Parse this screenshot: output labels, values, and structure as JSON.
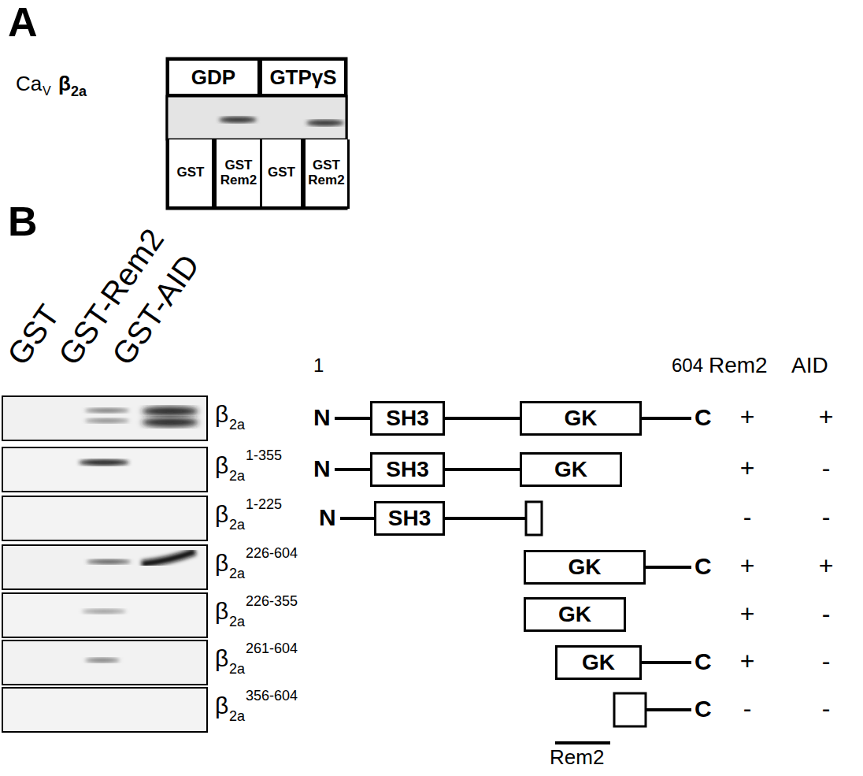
{
  "diagram": {
    "nodes": [
      {
        "text": [
          "GDP"
        ]
      },
      {
        "text": [
          "GTPγS"
        ]
      },
      {
        "text": [
          "GST"
        ]
      },
      {
        "text": [
          "GST Rem2"
        ]
      },
      {
        "text": [
          "GST"
        ]
      },
      {
        "text": [
          "GST Rem2"
        ]
      },
      {
        "text": [
          "SH3"
        ]
      },
      {
        "text": [
          "GK"
        ]
      },
      {
        "text": [
          "SH3"
        ]
      },
      {
        "text": [
          "GK"
        ]
      },
      {
        "text": [
          "SH3"
        ]
      },
      {
        "text": [
          "GK"
        ]
      },
      {
        "text": [
          "GK"
        ]
      },
      {
        "text": [
          "GK"
        ]
      }
    ],
    "edges": [
      {
        "from": 6,
        "to": 7,
        "arrow": "none"
      },
      {
        "from": 8,
        "to": 9,
        "arrow": "none"
      }
    ],
    "labels": [
      "A",
      "Ca",
      "V",
      "β",
      "2a",
      "B",
      "GST",
      "GST-Rem2",
      "GST-AID",
      "1",
      "604",
      "Rem2",
      "AID",
      "β",
      "2a",
      "N",
      "C",
      "+",
      "+",
      "β",
      "2a",
      "1-355",
      "N",
      "+",
      "-",
      "β",
      "2a",
      "1-225",
      "N",
      "-",
      "-",
      "β",
      "2a",
      "226-604",
      "C",
      "+",
      "+",
      "β",
      "2a",
      "226-355",
      "+",
      "-",
      "β",
      "2a",
      "261-604",
      "C",
      "+",
      "-",
      "β",
      "2a",
      "356-604",
      "C",
      "-",
      "-",
      "Rem2"
    ]
  }
}
